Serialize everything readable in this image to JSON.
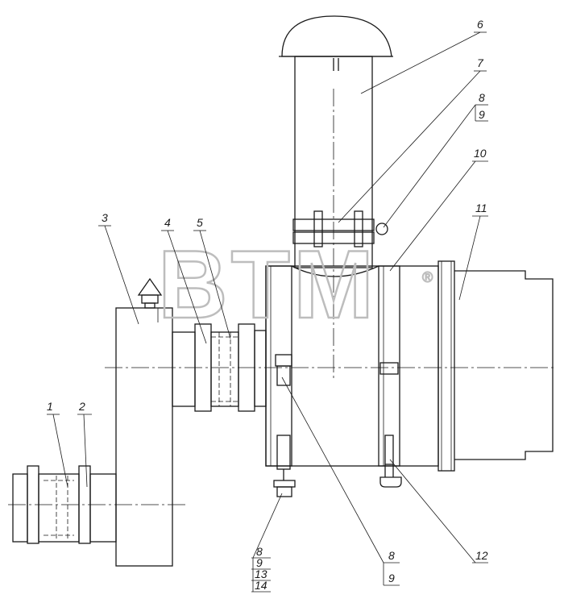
{
  "watermark": {
    "text": "BTM",
    "mark": "®"
  },
  "callouts": {
    "c1": "1",
    "c2": "2",
    "c3": "3",
    "c4": "4",
    "c5": "5",
    "c6": "6",
    "c7": "7",
    "c8a": "8",
    "c9a": "9",
    "c10": "10",
    "c11": "11",
    "c12": "12",
    "stack_bottom_left": [
      "8",
      "9",
      "13",
      "14"
    ],
    "stack_bottom_mid": [
      "8",
      "9"
    ]
  }
}
